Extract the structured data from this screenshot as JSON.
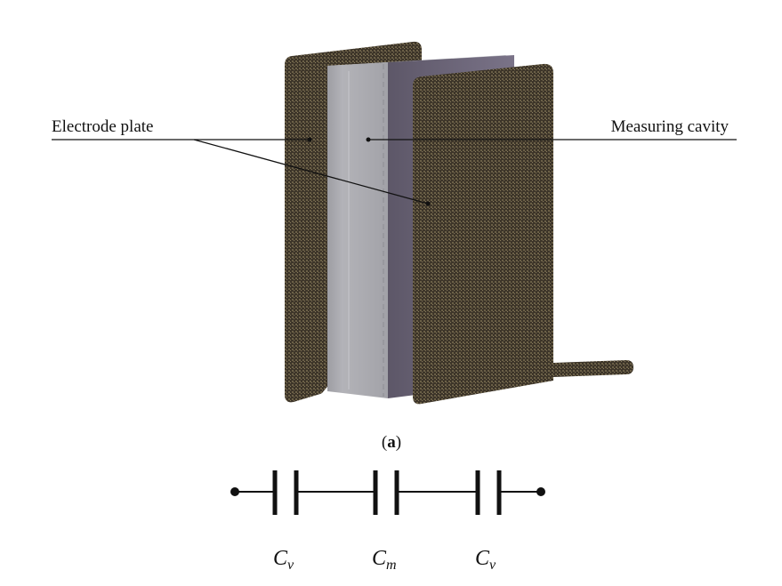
{
  "figure": {
    "labels": {
      "electrode_plate": "Electrode plate",
      "measuring_cavity": "Measuring cavity"
    },
    "caption_a": {
      "open": "(",
      "letter": "a",
      "close": ")"
    },
    "circuit": {
      "capacitors": [
        {
          "symbol": "C",
          "subscript": "v"
        },
        {
          "symbol": "C",
          "subscript": "m"
        },
        {
          "symbol": "C",
          "subscript": "v"
        }
      ]
    }
  },
  "colors": {
    "electrode": "#3d3529",
    "cavity_front": "#a6a6ab",
    "cavity_side": "#6a6478",
    "cavity_top": "#bcbcc2",
    "line": "#111111"
  }
}
